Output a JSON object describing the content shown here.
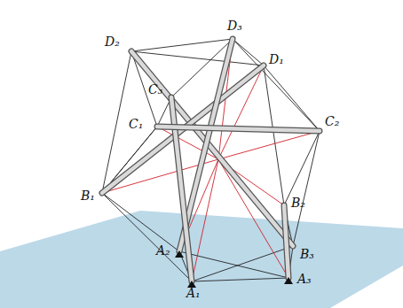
{
  "diagram": {
    "labels": [
      "D₂",
      "D₃",
      "D₁",
      "C₃",
      "C₁",
      "C₂",
      "B₁",
      "B₂",
      "B₃",
      "A₂",
      "A₃",
      "A₁"
    ]
  }
}
